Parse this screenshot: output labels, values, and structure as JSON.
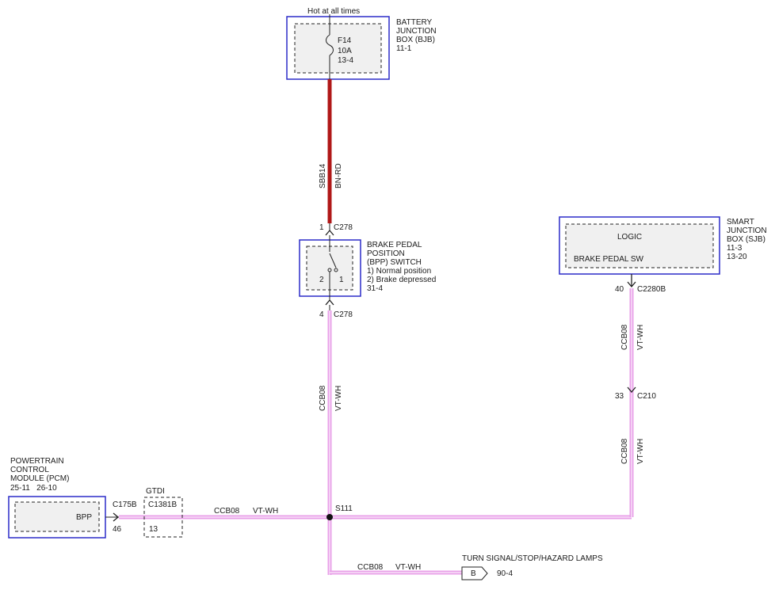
{
  "diagram": {
    "top_label": "Hot at all times",
    "bjb": {
      "name_lines": [
        "BATTERY",
        "JUNCTION",
        "BOX (BJB)",
        "11-1"
      ],
      "fuse_lines": [
        "F14",
        "10A",
        "13-4"
      ]
    },
    "wire_top": {
      "circuit": "SBB14",
      "color": "BN-RD"
    },
    "c278_top": {
      "pin": "1",
      "connector": "C278"
    },
    "bpp": {
      "name_lines": [
        "BRAKE PEDAL",
        "POSITION",
        "(BPP) SWITCH",
        "1) Normal position",
        "2) Brake depressed",
        "31-4"
      ],
      "pin_left": "2",
      "pin_right": "1"
    },
    "c278_bottom": {
      "pin": "4",
      "connector": "C278"
    },
    "wire_mid": {
      "circuit": "CCB08",
      "color": "VT-WH"
    },
    "sjb": {
      "name_lines": [
        "SMART",
        "JUNCTION",
        "BOX (SJB)",
        "11-3",
        "13-20"
      ],
      "inner_title": "LOGIC",
      "inner_label": "BRAKE PEDAL SW"
    },
    "c2280b": {
      "pin": "40",
      "connector": "C2280B"
    },
    "wire_sjb": {
      "circuit": "CCB08",
      "color": "VT-WH"
    },
    "c210": {
      "pin": "33",
      "connector": "C210"
    },
    "wire_sjb_low": {
      "circuit": "CCB08",
      "color": "VT-WH"
    },
    "pcm": {
      "name_lines": [
        "POWERTRAIN",
        "CONTROL",
        "MODULE (PCM)",
        "25-11   26-10"
      ],
      "inner_label": "BPP"
    },
    "c175b": {
      "connector": "C175B",
      "pin": "46"
    },
    "gtdi": {
      "label": "GTDI",
      "connector": "C1381B",
      "pin": "13"
    },
    "wire_h": {
      "circuit": "CCB08",
      "color": "VT-WH"
    },
    "splice": "S111",
    "wire_bottom": {
      "circuit": "CCB08",
      "color": "VT-WH"
    },
    "turn": {
      "label": "TURN SIGNAL/STOP/HAZARD LAMPS",
      "tag": "B",
      "page": "90-4"
    },
    "colors": {
      "wire_red": "#b01818",
      "wire_violet": "#e8a0e8",
      "wire_white_stripe": "#ffffff",
      "module_border": "#2b2bc8",
      "module_fill": "#f0f0f0",
      "line": "#222222"
    }
  }
}
